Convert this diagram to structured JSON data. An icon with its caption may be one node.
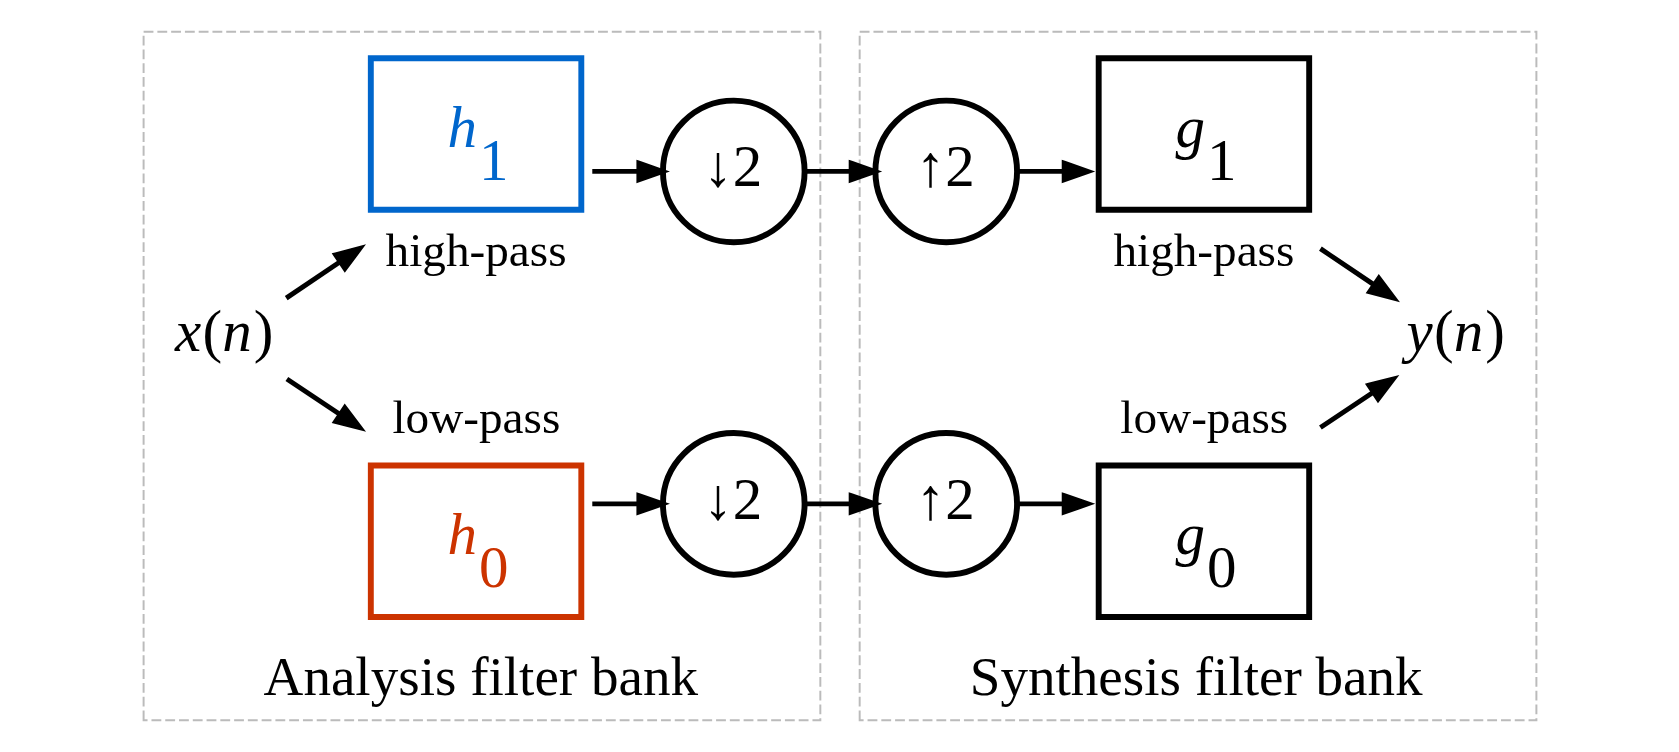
{
  "diagram": {
    "nodes": [
      {
        "text": [
          "Analysis filter bank"
        ]
      },
      {
        "text": [
          "Synthesis filter bank"
        ]
      },
      {
        "text": [
          "*x*(*n*)"
        ],
        "in": 0
      },
      {
        "text": [
          "*h*$_{0}$"
        ],
        "beside": [
          "low-pass"
        ],
        "in": 0
      },
      {
        "text": [
          "*h*$_{1}$"
        ],
        "beside": [
          "high-pass"
        ],
        "in": 0
      },
      {
        "text": [
          "↓2"
        ],
        "in": 0
      },
      {
        "text": [
          "↓2"
        ],
        "in": 0
      },
      {
        "text": [
          "↑2"
        ],
        "in": 1
      },
      {
        "text": [
          "↑2"
        ],
        "in": 1
      },
      {
        "text": [
          "*g*$_{0}$"
        ],
        "beside": [
          "low-pass"
        ],
        "in": 1
      },
      {
        "text": [
          "*g*$_{1}$"
        ],
        "beside": [
          "high-pass"
        ],
        "in": 1
      },
      {
        "text": [
          "*y*(*n*)"
        ],
        "in": 1
      }
    ],
    "edges": [
      {
        "from": 2,
        "to": 3,
        "arrow": "to"
      },
      {
        "from": 2,
        "to": 4,
        "arrow": "to"
      },
      {
        "from": 3,
        "to": 5,
        "arrow": "to"
      },
      {
        "from": 4,
        "to": 6,
        "arrow": "to"
      },
      {
        "from": 5,
        "to": 7,
        "arrow": "to"
      },
      {
        "from": 6,
        "to": 8,
        "arrow": "to"
      },
      {
        "from": 7,
        "to": 9,
        "arrow": "to"
      },
      {
        "from": 8,
        "to": 10,
        "arrow": "to"
      },
      {
        "from": 9,
        "to": 11,
        "arrow": "to"
      },
      {
        "from": 10,
        "to": 11,
        "arrow": "to"
      }
    ]
  }
}
